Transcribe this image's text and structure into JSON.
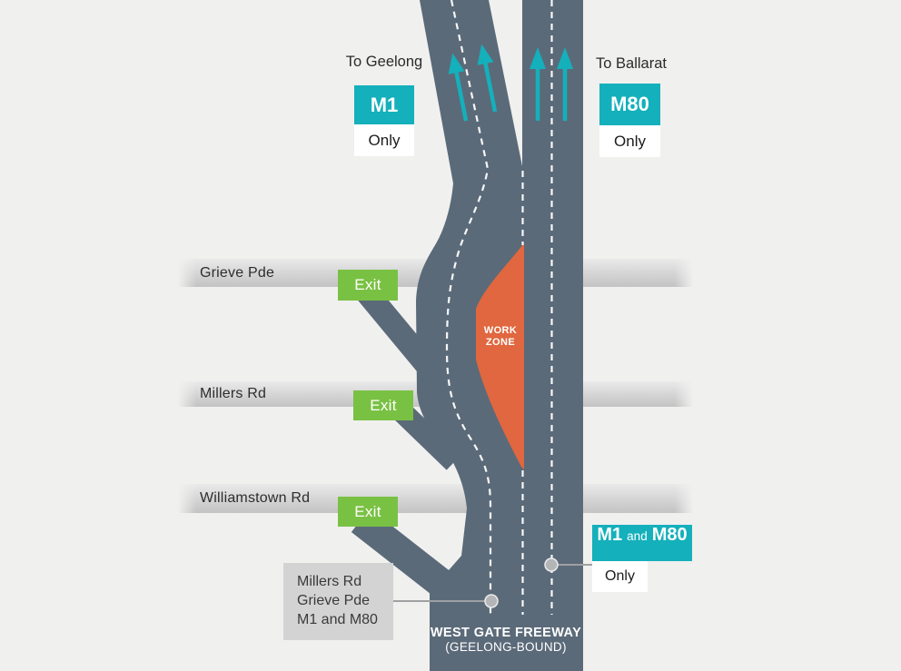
{
  "destinations": {
    "left": {
      "label": "To Geelong",
      "badge": "M1",
      "qualifier": "Only"
    },
    "right": {
      "label": "To Ballarat",
      "badge": "M80",
      "qualifier": "Only"
    }
  },
  "cross_streets": [
    {
      "name": "Grieve Pde",
      "exit_label": "Exit"
    },
    {
      "name": "Millers Rd",
      "exit_label": "Exit"
    },
    {
      "name": "Williamstown Rd",
      "exit_label": "Exit"
    }
  ],
  "work_zone": {
    "line1": "WORK",
    "line2": "ZONE"
  },
  "lane_badge": {
    "m1": "M1",
    "conj": "and",
    "m80": "M80",
    "qualifier": "Only"
  },
  "callout": {
    "line1": "Millers Rd",
    "line2": "Grieve Pde",
    "line3": "M1 and M80"
  },
  "freeway": {
    "line1": "WEST GATE FREEWAY",
    "line2": "(GEELONG-BOUND)"
  },
  "colors": {
    "bg": "#f0f0ef",
    "road": "#5b6a79",
    "teal": "#14b0bb",
    "green": "#79c143",
    "orange": "#e0673f",
    "band_text": "#2d2d2d",
    "callout_bg": "#d3d3d3",
    "connector": "#9fa0a2"
  }
}
